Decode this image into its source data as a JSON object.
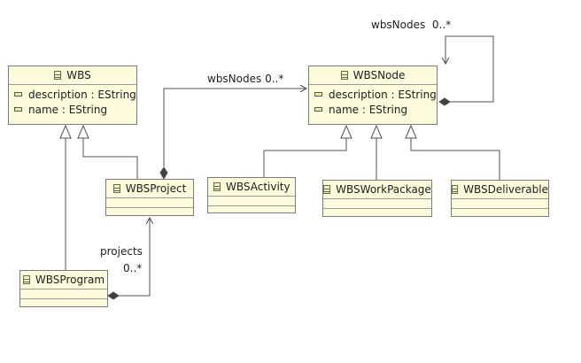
{
  "classes": {
    "wbs": {
      "name": "WBS",
      "attributes": [
        "description : EString",
        "name : EString"
      ]
    },
    "wbs_node": {
      "name": "WBSNode",
      "attributes": [
        "description : EString",
        "name : EString"
      ]
    },
    "wbs_project": {
      "name": "WBSProject"
    },
    "wbs_activity": {
      "name": "WBSActivity"
    },
    "wbs_work_package": {
      "name": "WBSWorkPackage"
    },
    "wbs_deliverable": {
      "name": "WBSDeliverable"
    },
    "wbs_program": {
      "name": "WBSProgram"
    }
  },
  "references": {
    "node_self": {
      "name": "wbsNodes",
      "multiplicity": "0..*"
    },
    "project_nodes": {
      "name": "wbsNodes",
      "multiplicity": "0..*"
    },
    "program_projects": {
      "name": "projects",
      "multiplicity": "0..*"
    }
  },
  "colors": {
    "class_fill": "#fcfcdc",
    "class_border": "#7c7c7c",
    "line": "#505050"
  }
}
